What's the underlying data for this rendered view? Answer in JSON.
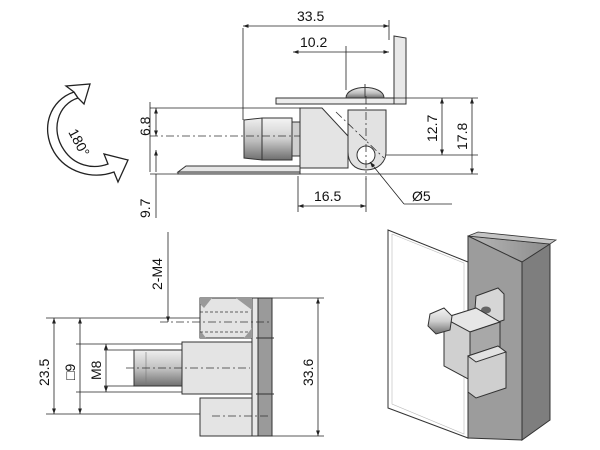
{
  "drawing": {
    "rotation_label": "180°",
    "top_view": {
      "dim_overall_width": "33.5",
      "dim_offset": "10.2",
      "dim_nut_height": "6.8",
      "dim_plate_height": "9.7",
      "dim_base_width": "16.5",
      "dim_hole": "Ø5",
      "dim_right_inner": "12.7",
      "dim_right_outer": "17.8"
    },
    "side_view": {
      "dim_thread_callout": "2-M4",
      "dim_height_left": "23.5",
      "dim_square": "□9",
      "dim_thread": "M8",
      "dim_height_right": "33.6"
    }
  },
  "colors": {
    "part_fill": "#e4e4e4",
    "part_dark": "#8a8a8a",
    "panel_fill": "#9a9a9a",
    "line": "#222222"
  }
}
